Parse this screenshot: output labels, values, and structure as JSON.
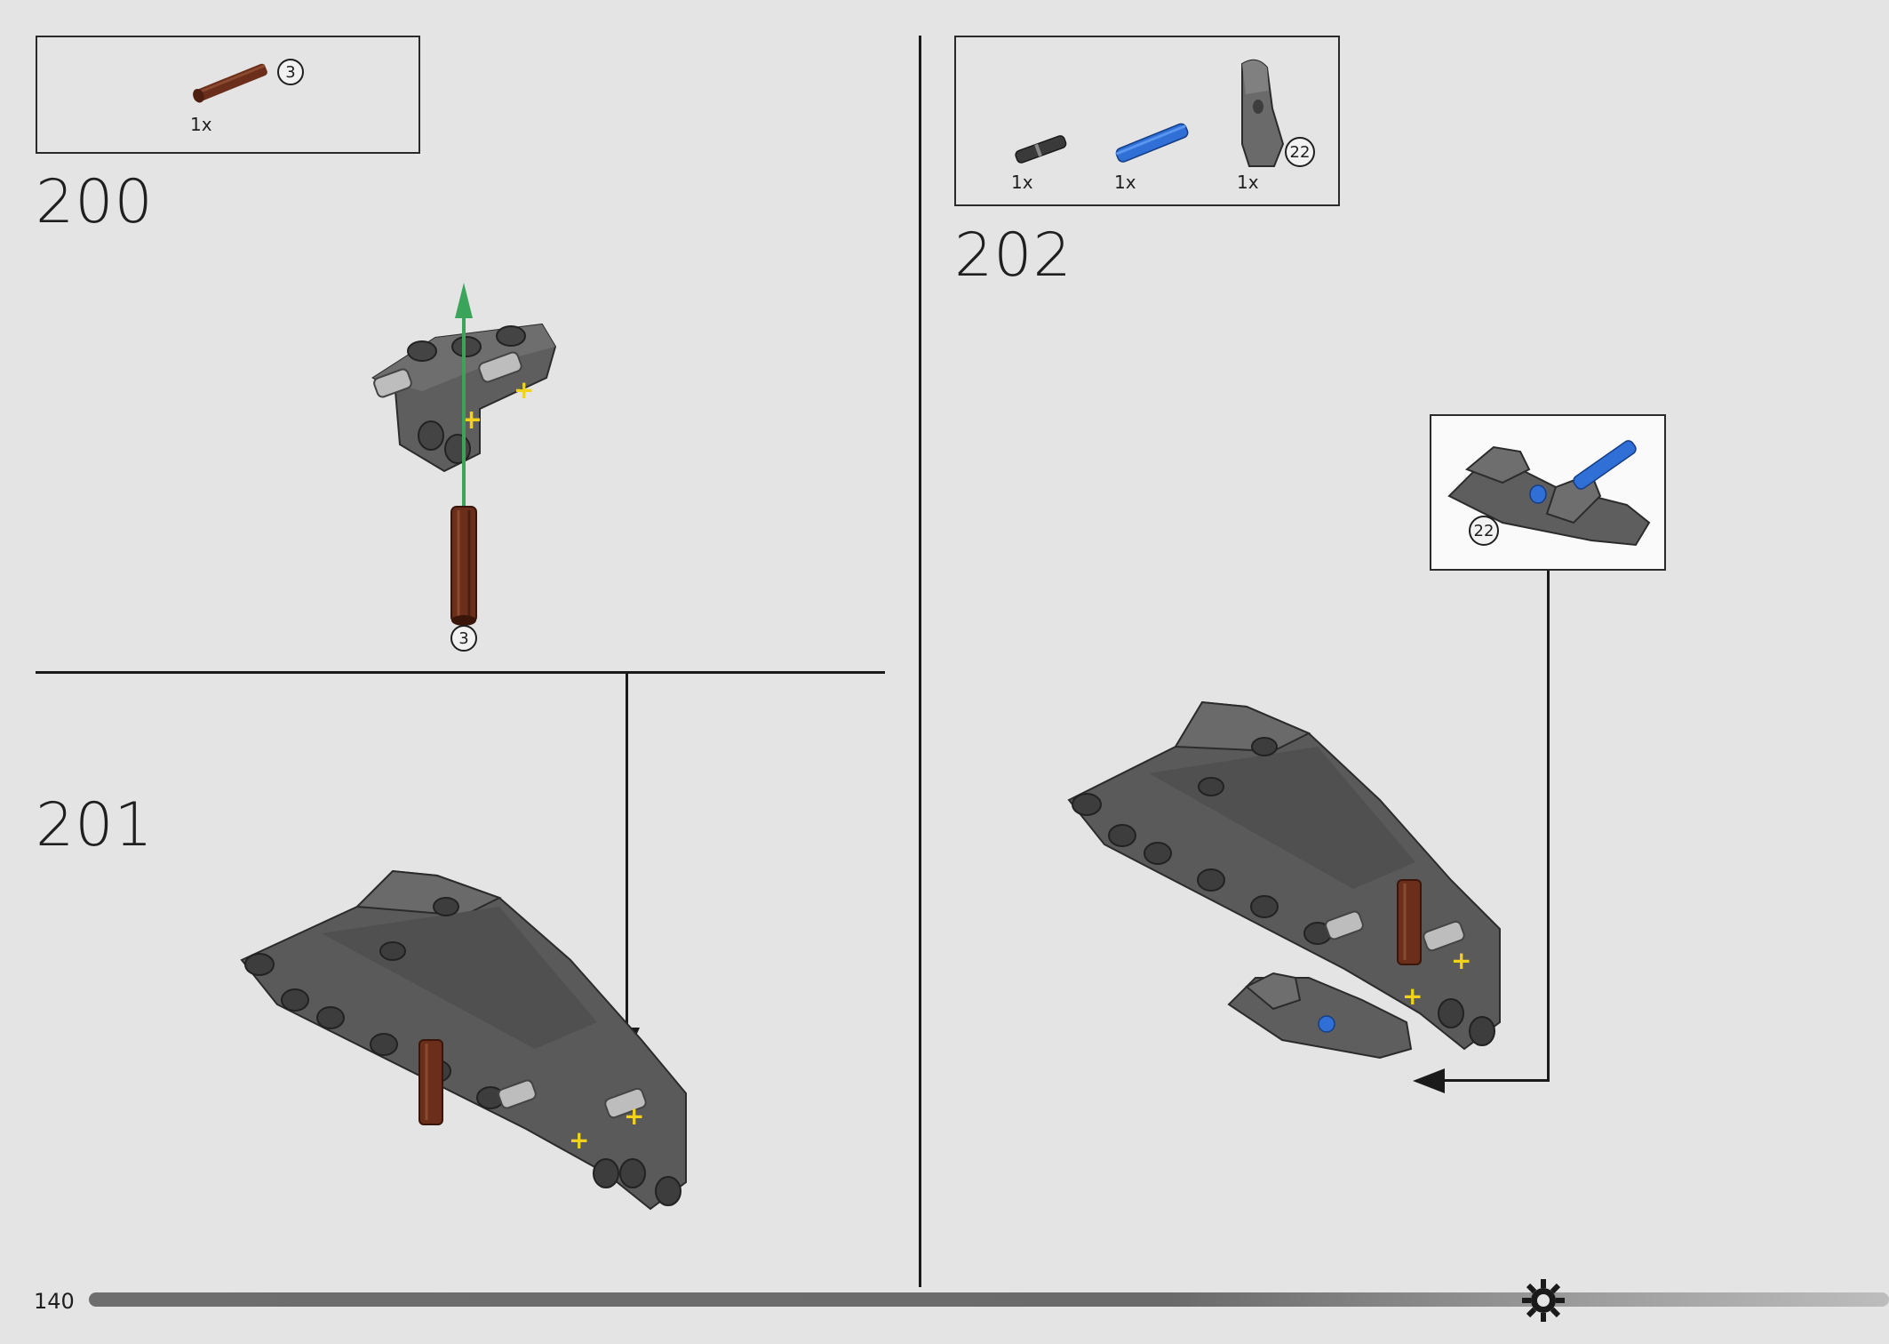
{
  "page": {
    "number": "140"
  },
  "progress": {
    "fraction": 0.81
  },
  "steps": [
    {
      "number": "200",
      "parts": [
        {
          "name": "axle-brown",
          "qty": "1x",
          "callout": "3"
        }
      ],
      "model_callout": "3"
    },
    {
      "number": "201"
    },
    {
      "number": "202",
      "parts": [
        {
          "name": "pin-black-friction",
          "qty": "1x"
        },
        {
          "name": "pin-blue-axle",
          "qty": "1x"
        },
        {
          "name": "panel-grey",
          "qty": "1x",
          "callout": "22"
        }
      ],
      "subassembly_callout": "22"
    }
  ],
  "colors": {
    "background": "#e4e4e4",
    "dark_grey_part": "#5e5e5e",
    "light_grey_part": "#a8a8a8",
    "brown_axle": "#6b2e1a",
    "blue_pin": "#2f6fd6",
    "arrow_green": "#3aa55a",
    "yellow_mark": "#f2d31a"
  }
}
